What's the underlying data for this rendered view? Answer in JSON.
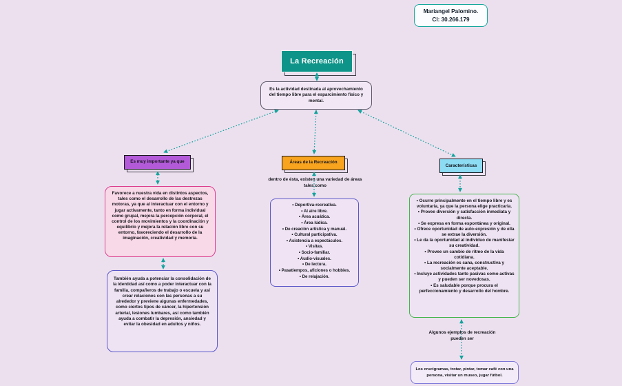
{
  "author_card": {
    "name": "Mariangel Palomino.",
    "id": "CI: 30.266.179"
  },
  "title": "La Recreación",
  "definition": "Es la actividad destinada al aprovechamiento del tiempo libre para el esparcimiento físico y mental.",
  "branches": {
    "importance": {
      "header": "Es muy importante ya que",
      "paragraph1": "Favorece a nuestra vida en distintos aspectos, tales como el desarrollo de las destrezas motoras, ya que al interactuar con el entorno y jugar activamente, tanto en forma individual como grupal, mejora la percepción corporal, el control de los movimientos y la coordinación y equilibrio y mejora la relación libre con su entorno, favoreciendo el desarrollo de la imaginación, creatividad y memoria.",
      "paragraph2": "También ayuda a potenciar la consolidación de la identidad así como a poder interactuar con la familia, compañeros de trabajo o escuela y así crear relaciones con las personas a su alrededor y previene algunas enfermedades, como ciertos tipos de cáncer, la hipertensión arterial, lesiones lumbares, así como también ayuda a combatir la depresión, ansiedad y evitar la obesidad en adultos y niños."
    },
    "areas": {
      "header": "Áreas de la Recreación",
      "intro": "dentro de ésta, existen una variedad de áreas tales como",
      "items": [
        "• Deportiva-recreativa.",
        "• Al aire libre.",
        "• Área acuática.",
        "• Área lúdica.",
        "• De creación artística y manual.",
        "• Cultural participativa.",
        "• Asistencia a espectáculos.",
        "• Visitas.",
        "• Socio-familiar.",
        "• Audio-visuales.",
        "• De lectura.",
        "• Pasatiempos, aficiones o hobbies.",
        "• De relajación."
      ]
    },
    "characteristics": {
      "header": "Características",
      "items": [
        "• Ocurre principalmente en el tiempo libre y es voluntaria, ya que la persona elige practicarla.",
        "• Provee diversión y satisfacción inmediata y directa.",
        "• Se expresa en forma espontánea y original.",
        "• Ofrece oportunidad de auto-expresión y de ella se extrae la diversión.",
        "• Le da la oportunidad al individuo de manifestar su creatividad.",
        "• Provee un cambio de ritmo de la vida cotidiana.",
        "• La recreación es sana, constructiva y socialmente aceptable.",
        "• Incluye actividades tanto pasivas como activas y pueden ser novedosas.",
        "• Es saludable porque procura el perfeccionamiento y desarrollo del hombre."
      ],
      "examples_label": "Algunos ejemplos de recreación pueden ser",
      "examples": "Los crucigramas, trotar, pintar, tomar café con una persona, visitar un museo, jugar fútbol."
    }
  },
  "palette": {
    "background": "#ece0ef",
    "node_teal": "#0e9488",
    "node_purple": "#b25ad8",
    "node_orange": "#f9a41f",
    "node_blue": "#8cdcf4",
    "border_pink": "#db3d8d",
    "border_indigo": "#5a57c7",
    "border_green": "#42b54b",
    "border_periwinkle": "#7d77d8",
    "border_teal": "#14a79b",
    "connector": "#12a39c",
    "shadow": "#3f3f46"
  }
}
